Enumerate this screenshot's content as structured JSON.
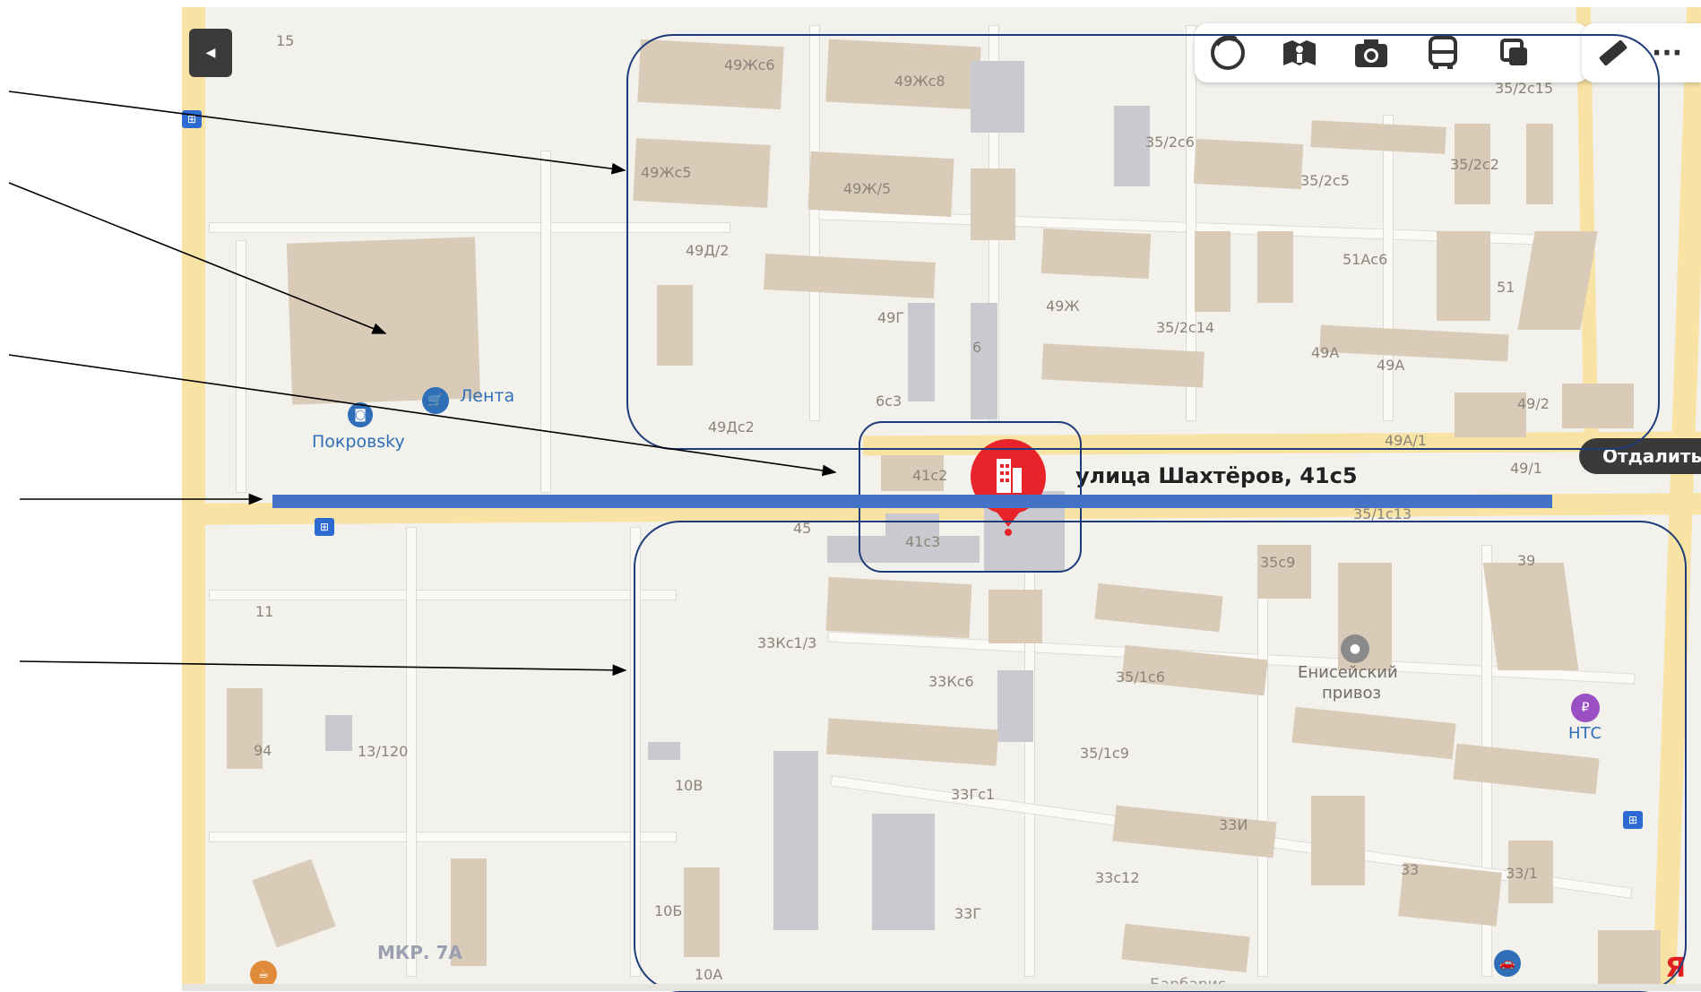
{
  "back_button": {
    "icon": "triangle-left-icon",
    "glyph": "◀"
  },
  "toolbar": {
    "tools": [
      {
        "name": "layers-icon"
      },
      {
        "name": "panorama-icon"
      },
      {
        "name": "photo-icon"
      },
      {
        "name": "transport-icon"
      },
      {
        "name": "copy-icon"
      }
    ],
    "ruler_icon": "ruler-icon",
    "more_label": "···"
  },
  "zoom_out_label": "Отдалить",
  "address_label": "улица Шахтёров, 41с5",
  "colors": {
    "region_border": "#1f3b7a",
    "highlight_line": "#4472c4",
    "pin": "#e8232a",
    "main_road": "#f8e2a4",
    "building": "#d9cbb8",
    "poi_text": "#2f6fb8"
  },
  "pois": {
    "lenta": "Лента",
    "pokrovsky": "Покровsky",
    "eniseisky_line1": "Енисейский",
    "eniseisky_line2": "привоз",
    "nts": "НТС",
    "mkr": "МКР. 7А",
    "barbaris": "Барбарис",
    "yandex": "Я"
  },
  "building_labels": [
    "15",
    "49Жс6",
    "49Жс8",
    "35/2с15",
    "35/2с6",
    "35/2с2",
    "49Жс5",
    "49Ж/5",
    "35/2с5",
    "49Д/2",
    "51Ас6",
    "51",
    "49Г",
    "6",
    "49Ж",
    "35/2с14",
    "49А",
    "49А",
    "49/2",
    "6с3",
    "49Дс2",
    "49А/1",
    "41с2",
    "49/1",
    "35/1с13",
    "45",
    "41с3",
    "35с9",
    "39",
    "11",
    "33Кс1/3",
    "33Кс6",
    "35/1с6",
    "94",
    "13/120",
    "35/1с9",
    "10В",
    "33Гс1",
    "33И",
    "33",
    "33/1",
    "33с12",
    "10Б",
    "33Г",
    "10А"
  ]
}
